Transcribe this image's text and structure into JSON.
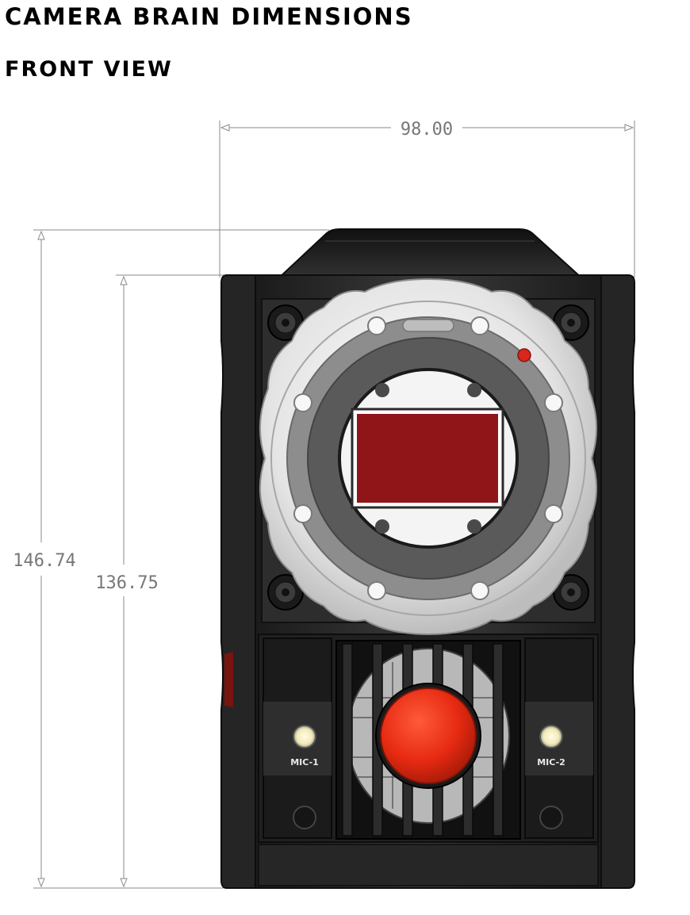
{
  "header": {
    "title": "CAMERA BRAIN DIMENSIONS",
    "subtitle": "FRONT VIEW"
  },
  "dimensions": {
    "width": "98.00",
    "total_height": "146.74",
    "body_height": "136.75"
  },
  "labels": {
    "mic_left": "MIC-1",
    "mic_right": "MIC-2"
  },
  "colors": {
    "body": "#2b2b2b",
    "sensor": "#8f1519",
    "record_button": "#e62a12",
    "dimension_line": "#8a8a8a"
  }
}
